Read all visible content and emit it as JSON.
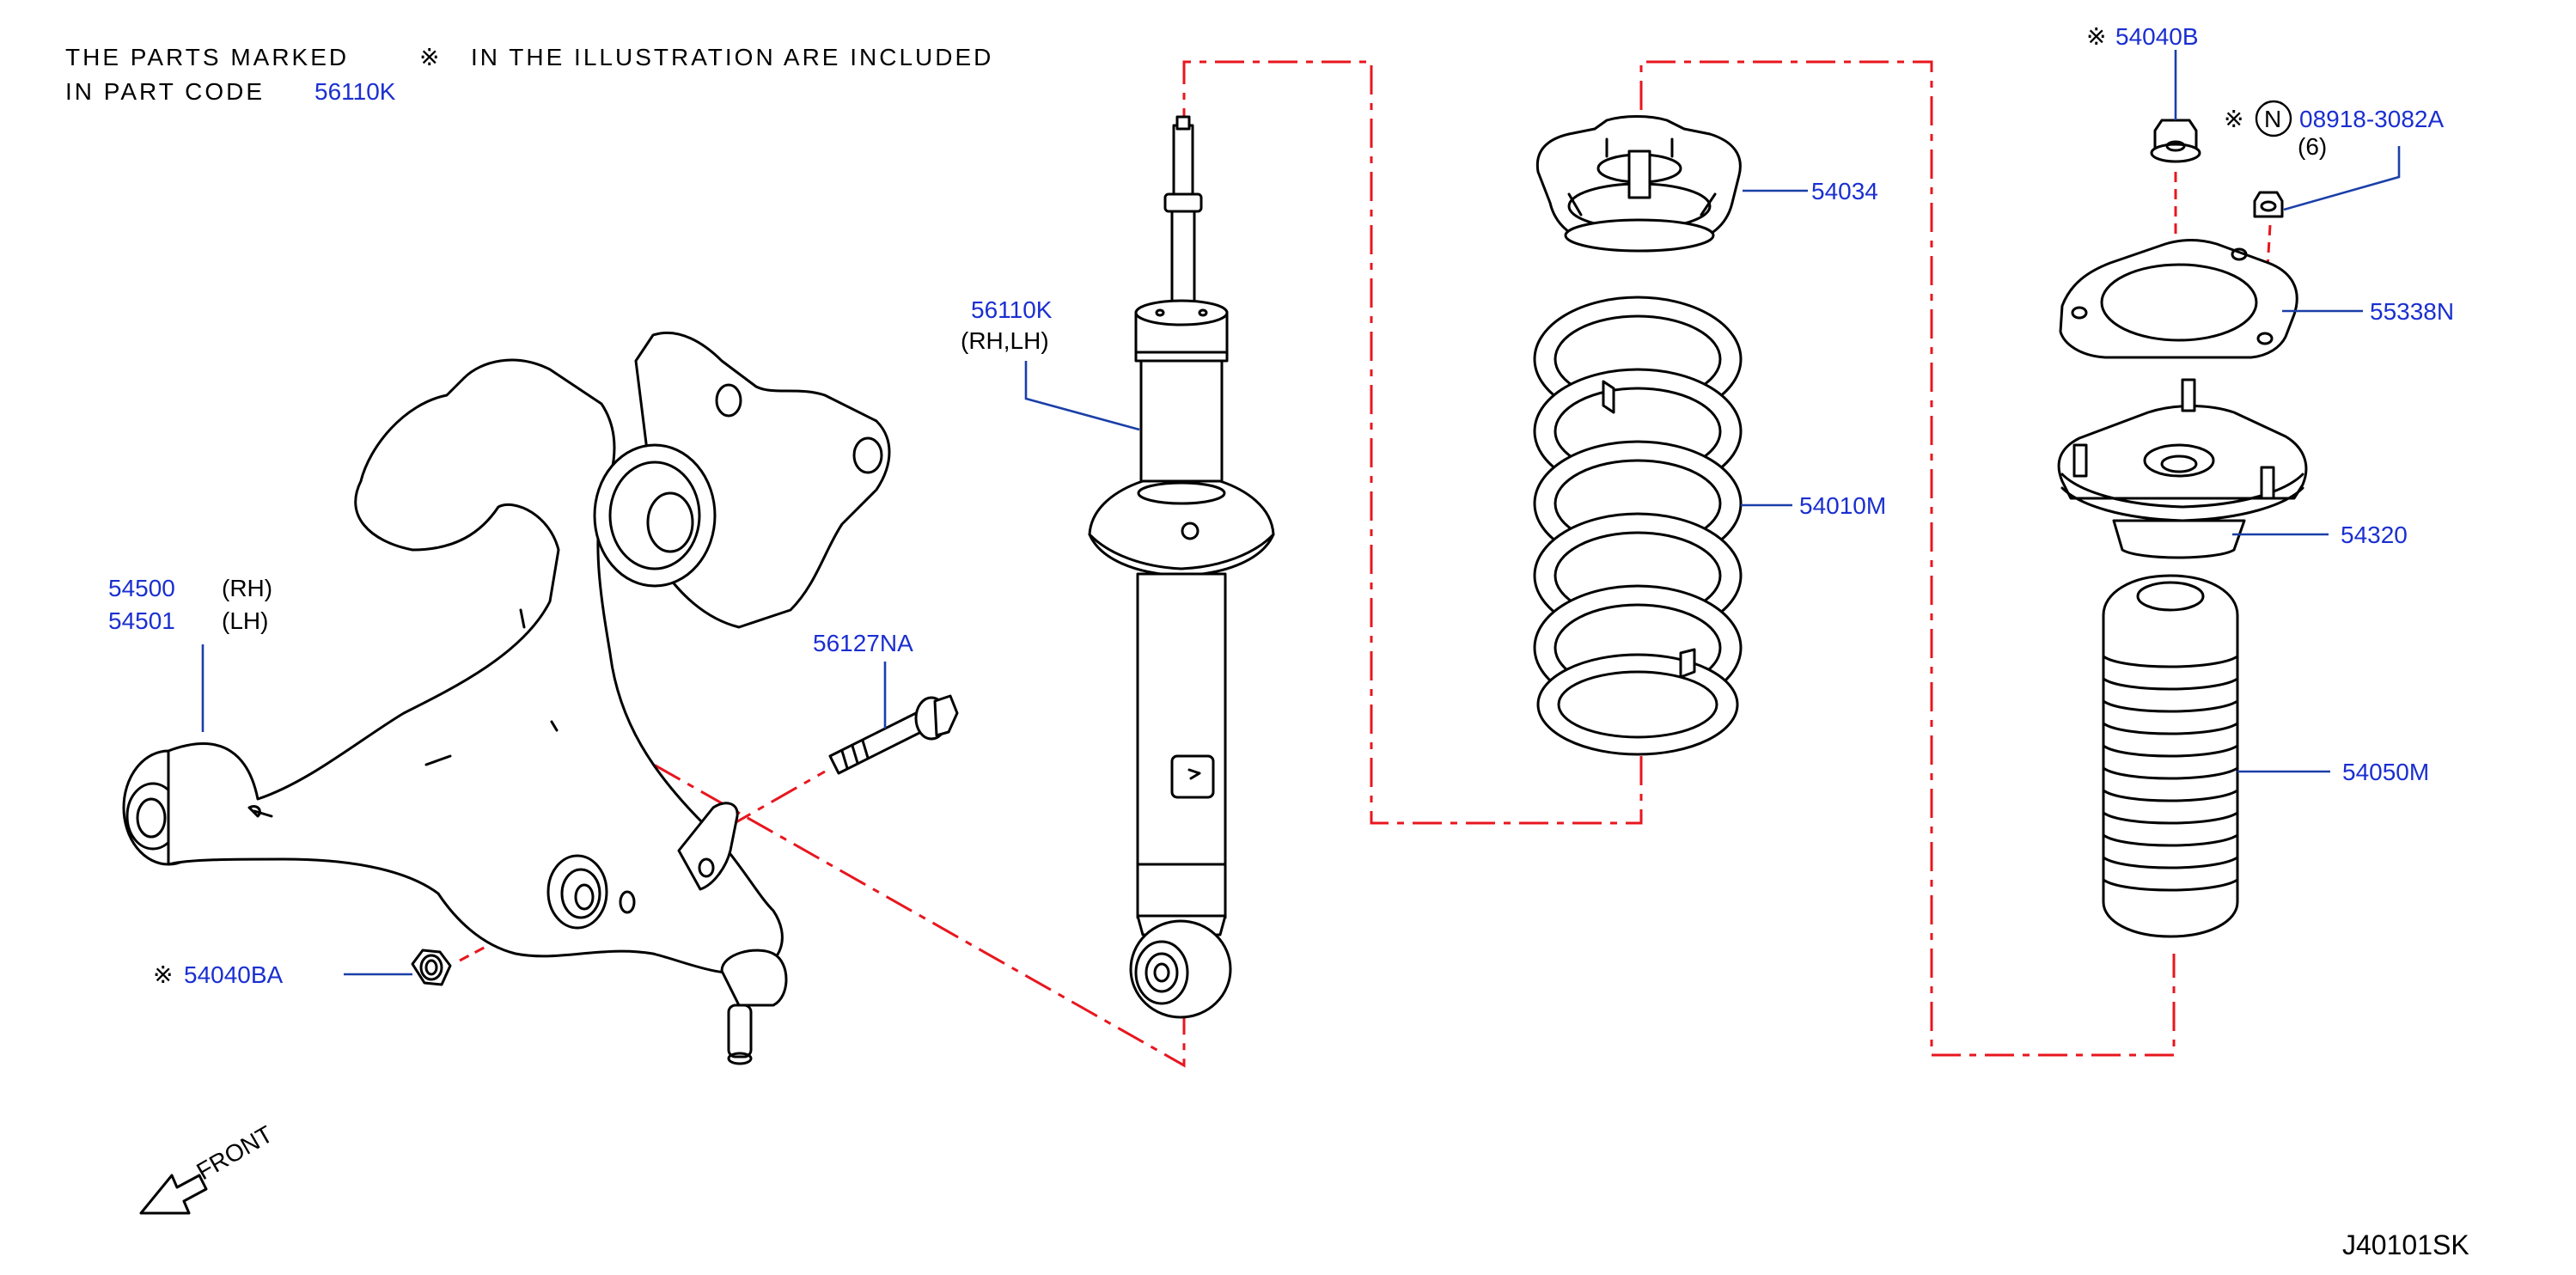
{
  "header": {
    "line1_part1": "THE   PARTS   MARKED",
    "line1_mark": "※",
    "line1_part2": "IN  THE  ILLUSTRATION  ARE  INCLUDED",
    "line2_part1": "IN  PART  CODE",
    "line2_code": "56110K"
  },
  "parts": {
    "p54500": "54500",
    "p54500_side": "(RH)",
    "p54501": "54501",
    "p54501_side": "(LH)",
    "p56127NA": "56127NA",
    "p54040BA_mark": "※",
    "p54040BA": "54040BA",
    "p56110K": "56110K",
    "p56110K_side": "(RH,LH)",
    "p54034": "54034",
    "p54010M": "54010M",
    "p54040B_mark": "※",
    "p54040B": "54040B",
    "p08918_mark": "※",
    "p08918_circle": "N",
    "p08918": "08918-3082A",
    "p08918_qty": "(6)",
    "p55338N": "55338N",
    "p54320": "54320",
    "p54050M": "54050M"
  },
  "front_label": "FRONT",
  "diagram_code": "J40101SK",
  "colors": {
    "part_number": "#1a2fd0",
    "leader": "#1a3fa8",
    "phantom_line": "#e8161e",
    "ink": "#000000"
  }
}
